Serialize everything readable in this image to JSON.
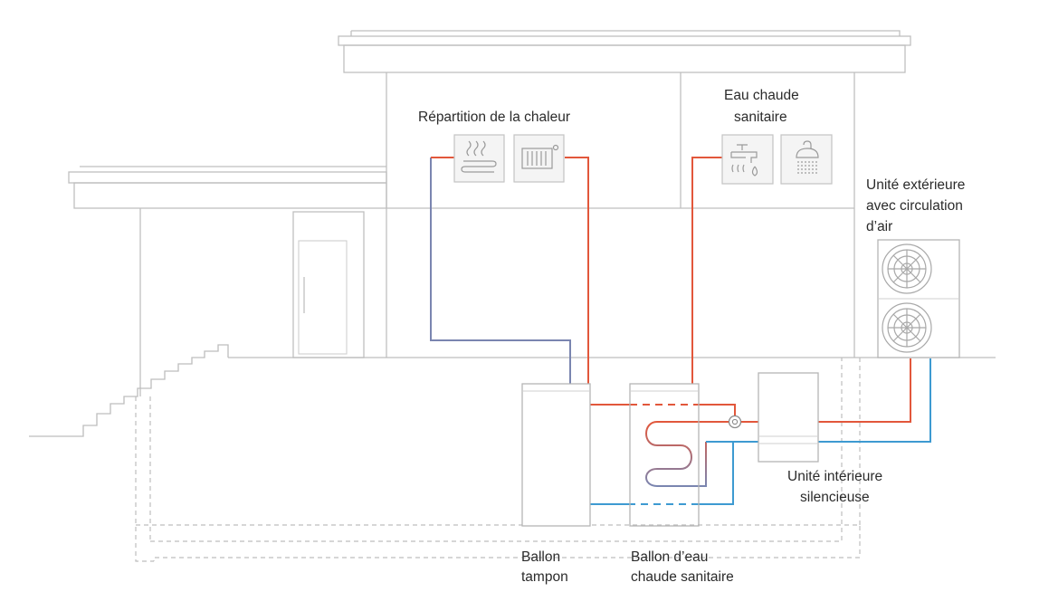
{
  "labels": {
    "heat_distribution": "Répartition de la chaleur",
    "dhw_line1": "Eau chaude",
    "dhw_line2": "sanitaire",
    "outdoor_line1": "Unité extérieure",
    "outdoor_line2": "avec circulation",
    "outdoor_line3": "d’air",
    "indoor_line1": "Unité intérieure",
    "indoor_line2": "silencieuse",
    "buffer_line1": "Ballon",
    "buffer_line2": "tampon",
    "dhw_tank_line1": "Ballon d’eau",
    "dhw_tank_line2": "chaude sanitaire"
  },
  "colors": {
    "hot_pipe": "#e2573b",
    "cold_pipe": "#3d9ad1",
    "return_pipe": "#7a85b0",
    "outline": "#bfbfbf"
  },
  "icons": [
    "underfloor-heating-icon",
    "radiator-icon",
    "faucet-icon",
    "shower-icon",
    "fan-icon"
  ]
}
